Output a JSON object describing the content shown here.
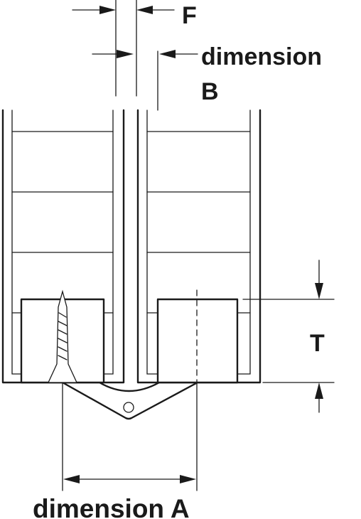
{
  "labels": {
    "f": "F",
    "dimension_b_line1": "dimension",
    "dimension_b_line2": "B",
    "t": "T",
    "dimension_a": "dimension A"
  },
  "colors": {
    "line": "#1a1a1a",
    "background": "#ffffff"
  }
}
